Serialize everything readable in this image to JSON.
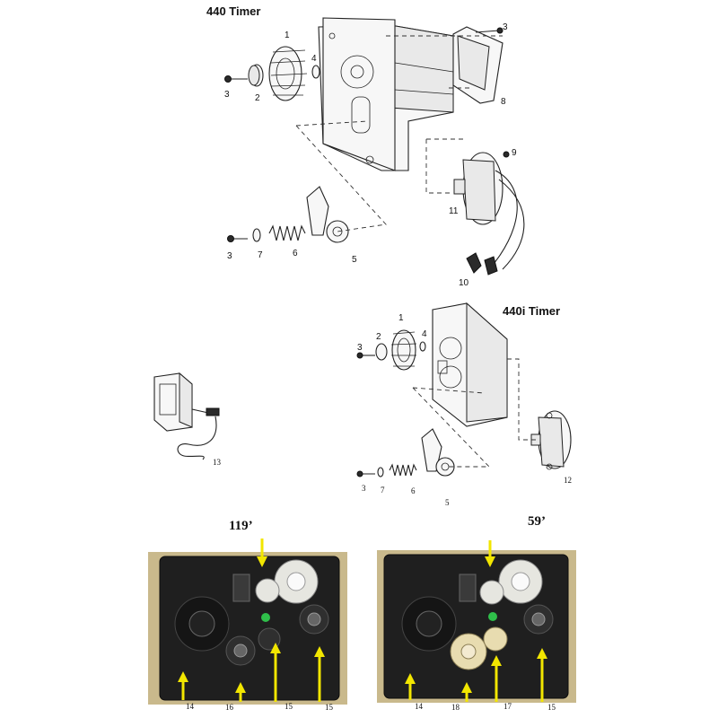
{
  "diagram_440": {
    "title": "440 Timer",
    "callouts": {
      "c1": "1",
      "c2": "2",
      "c3a": "3",
      "c4": "4",
      "c3b": "3",
      "c8": "8",
      "c9": "9",
      "c11": "11",
      "c3c": "3",
      "c7": "7",
      "c6": "6",
      "c5": "5",
      "c10": "10"
    }
  },
  "diagram_440i": {
    "title": "440i Timer",
    "callouts": {
      "c1": "1",
      "c2": "2",
      "c3a": "3",
      "c4": "4",
      "c3b": "3",
      "c7": "7",
      "c6": "6",
      "c5": "5",
      "c12": "12"
    }
  },
  "adapter": {
    "callout": "13"
  },
  "photo_119": {
    "title": "119’",
    "callouts": {
      "c14": "14",
      "c16": "16",
      "c15a": "15",
      "c15b": "15"
    }
  },
  "photo_59": {
    "title": "59’",
    "callouts": {
      "c14": "14",
      "c18": "18",
      "c17": "17",
      "c15": "15"
    }
  }
}
